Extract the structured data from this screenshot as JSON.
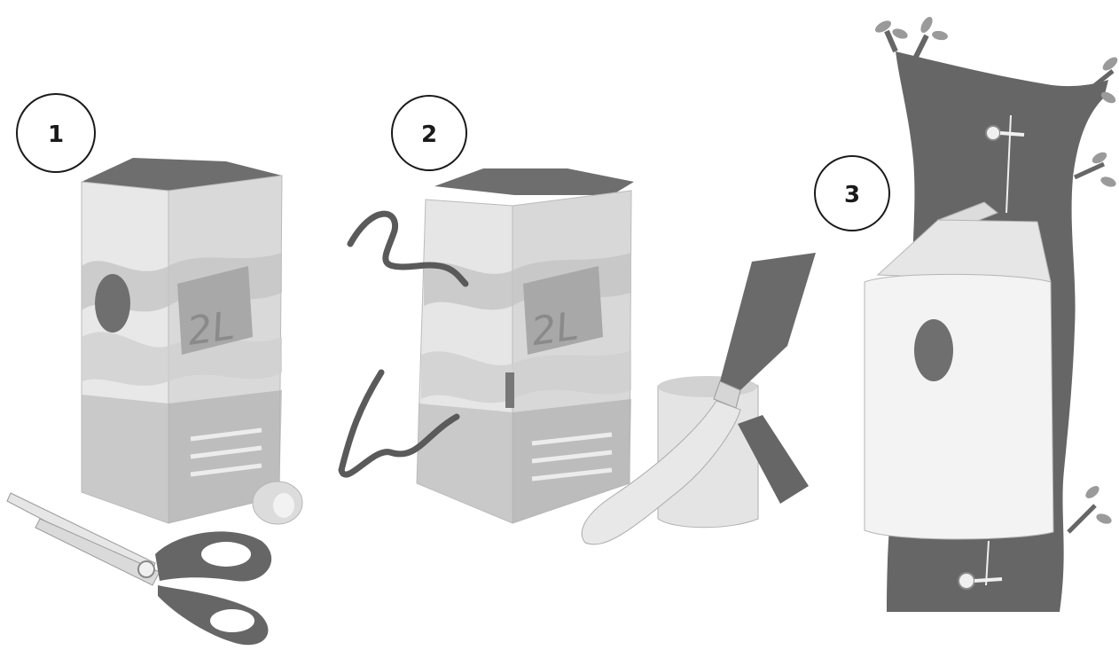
{
  "steps": [
    {
      "number": "1",
      "carton_label": "2L"
    },
    {
      "number": "2",
      "carton_label": "2L"
    },
    {
      "number": "3"
    }
  ],
  "colors": {
    "ink": "#1a1a1a",
    "paper": "#ffffff",
    "carton": "#e4e4e4",
    "shade": "#8c8c8c",
    "dark": "#5a5a5a"
  }
}
